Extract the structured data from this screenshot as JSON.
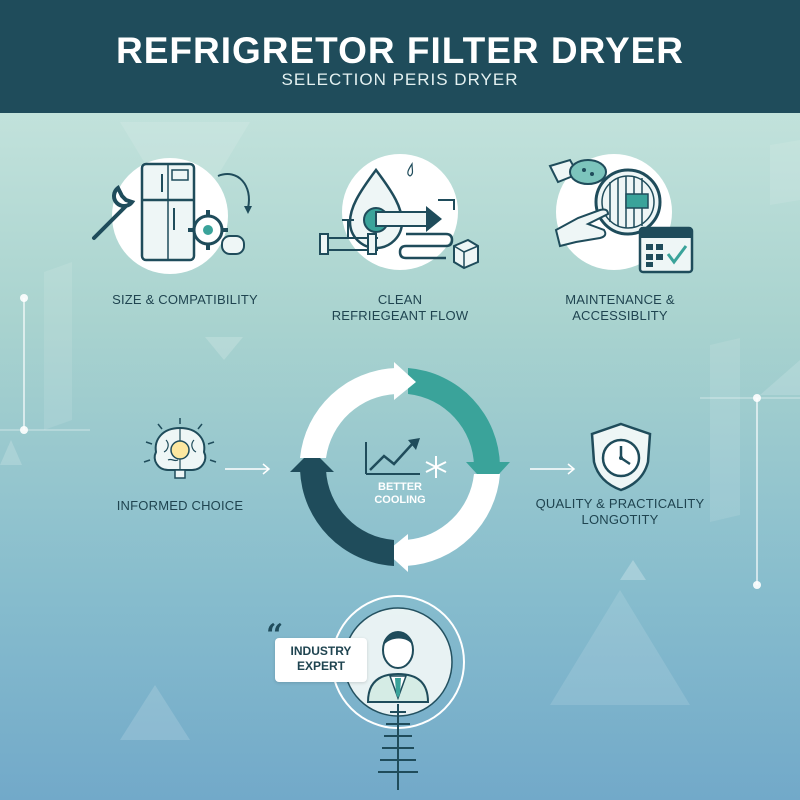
{
  "header": {
    "title": "REFRIGRETOR FILTER DRYER",
    "subtitle": "SELECTION PERIS  DRYER"
  },
  "top_factors": [
    {
      "label_line1": "SIZE & COMPATIBILITY",
      "label_line2": "",
      "icon": "refrigerator-wrench-gear-icon"
    },
    {
      "label_line1": "CLEAN",
      "label_line2": "REFRIEGEANT FLOW",
      "icon": "droplet-pipe-flow-icon"
    },
    {
      "label_line1": "MAINTENANCE &",
      "label_line2": "ACCESSIBLITY",
      "icon": "hand-filter-calendar-icon"
    }
  ],
  "middle": {
    "left_label": "INFORMED CHOICE",
    "left_icon": "brain-lightbulb-icon",
    "center_label_line1": "BETTER",
    "center_label_line2": "COOLING",
    "center_icon": "trend-chart-snowflake-icon",
    "right_label_line1": "QUALITY & PRACTICALITY",
    "right_label_line2": "LONGOTITY",
    "right_icon": "shield-clock-icon"
  },
  "expert": {
    "label_line1": "INDUSTRY",
    "label_line2": "EXPERT",
    "icon": "businessman-avatar-icon"
  },
  "colors": {
    "header_bg": "#1f4c5b",
    "teal": "#3aa39a",
    "dark_teal": "#1f4c5b",
    "text": "#1f4450"
  }
}
